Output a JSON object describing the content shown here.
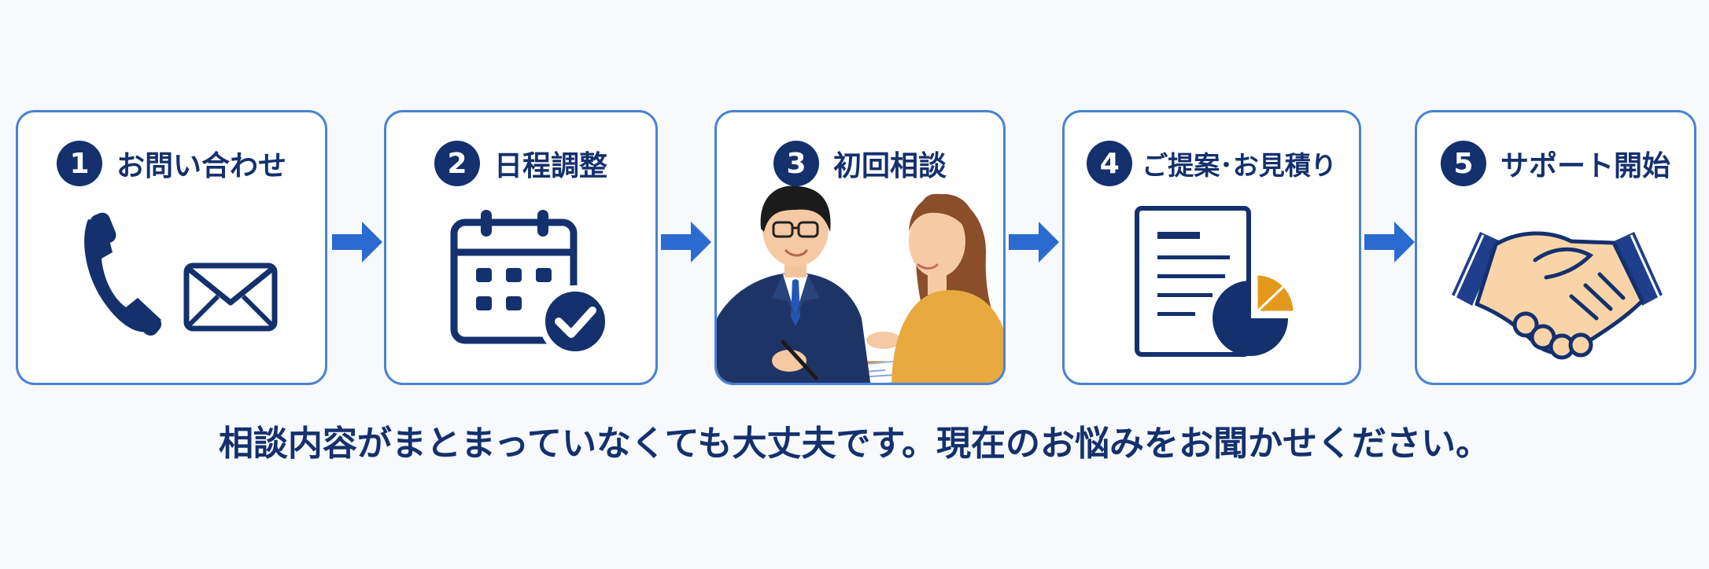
{
  "steps": [
    {
      "number": "1",
      "title": "お問い合わせ",
      "icons": [
        "phone-icon",
        "envelope-icon"
      ]
    },
    {
      "number": "2",
      "title": "日程調整",
      "icons": [
        "calendar-icon",
        "check-circle-icon"
      ]
    },
    {
      "number": "3",
      "title": "初回相談",
      "icons": [
        "consultation-illustration"
      ]
    },
    {
      "number": "4",
      "title": "ご提案･お見積り",
      "icons": [
        "document-icon",
        "pie-chart-icon"
      ]
    },
    {
      "number": "5",
      "title": "サポート開始",
      "icons": [
        "handshake-icon"
      ]
    }
  ],
  "caption": "相談内容がまとまっていなくても大丈夫です。現在のお悩みをお聞かせください。",
  "colors": {
    "navy": "#14306d",
    "box_border": "#4a82d4",
    "arrow": "#2b6bd1",
    "accent_orange": "#e39a1c",
    "background": "#f7f9fc"
  }
}
